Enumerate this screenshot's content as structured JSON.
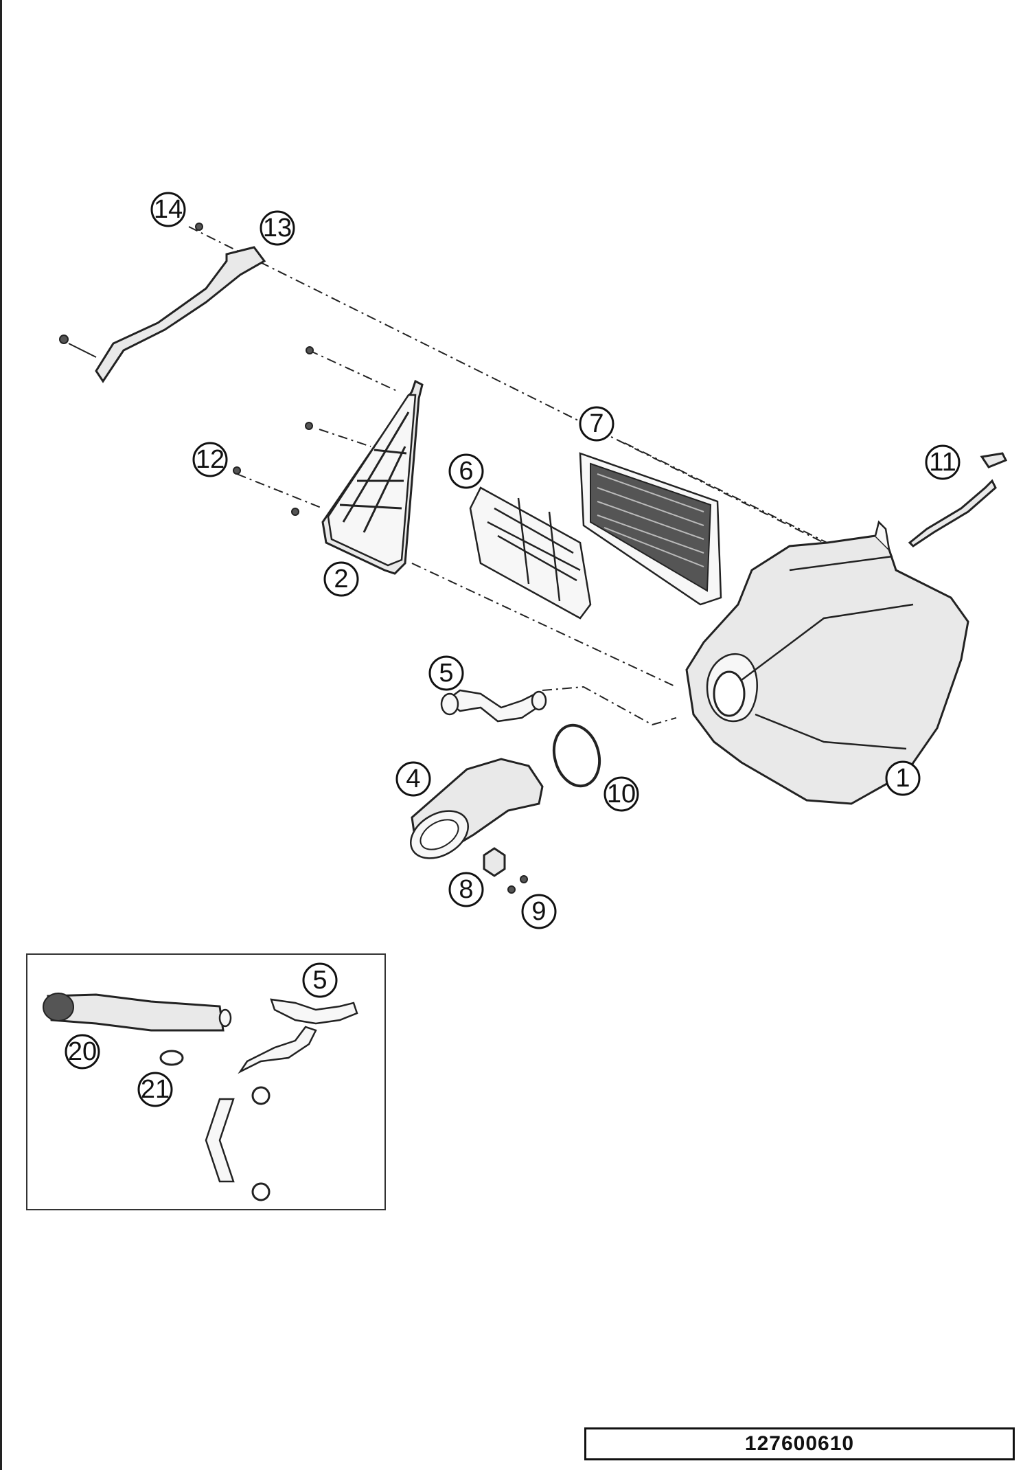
{
  "callouts": {
    "c1": "1",
    "c2": "2",
    "c4": "4",
    "c5": "5",
    "c5b": "5",
    "c6": "6",
    "c7": "7",
    "c8": "8",
    "c9": "9",
    "c10": "10",
    "c11": "11",
    "c12": "12",
    "c13": "13",
    "c14": "14",
    "c20": "20",
    "c21": "21"
  },
  "drawing_number": "127600610"
}
